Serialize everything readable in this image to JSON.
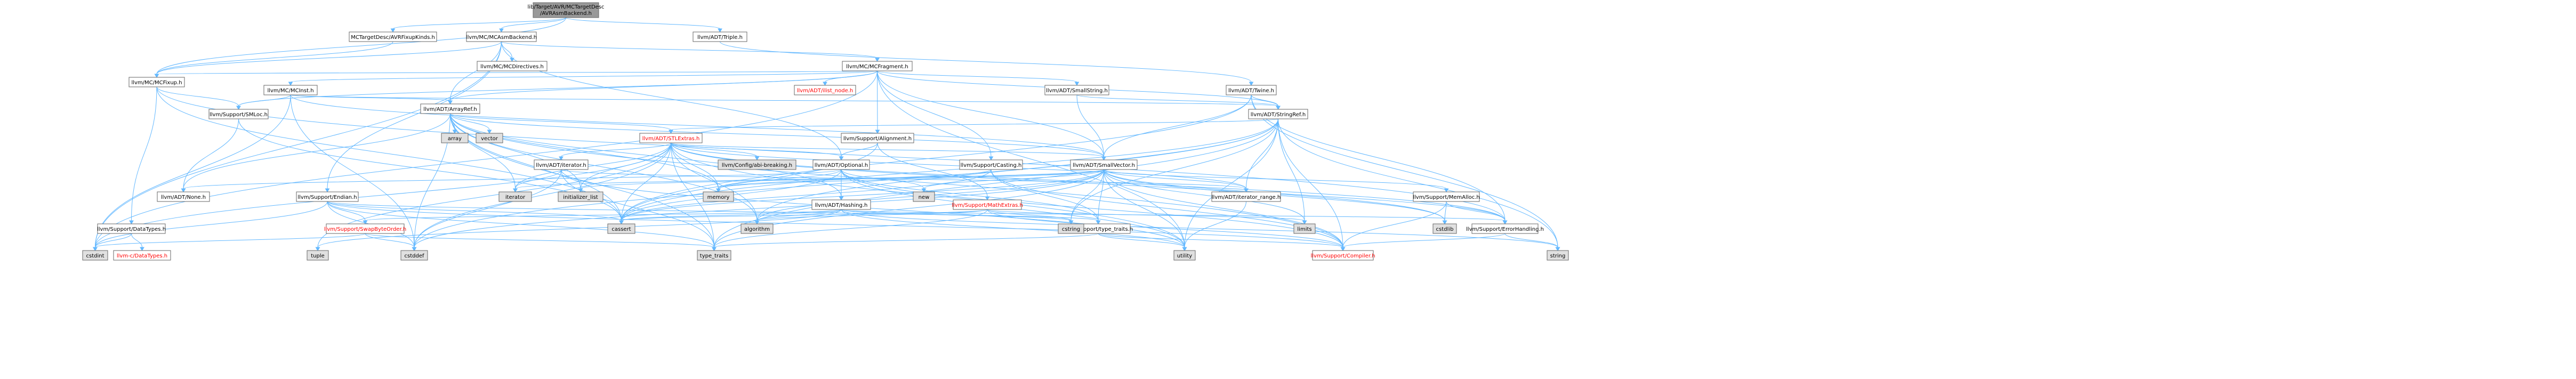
{
  "colors": {
    "root_fill": "#999999",
    "doc_fill": "#ffffff",
    "ext_fill": "#e0e0e0",
    "cycle_text": "#ff0000",
    "edge": "#63b8ff"
  },
  "nodes": {
    "root": {
      "label_1": "lib/Target/AVR/MCTargetDesc",
      "label_2": "/AVRAsmBackend.h"
    },
    "fixupkinds": {
      "label": "MCTargetDesc/AVRFixupKinds.h"
    },
    "asmbackend": {
      "label": "llvm/MC/MCAsmBackend.h"
    },
    "triple": {
      "label": "llvm/ADT/Triple.h"
    },
    "mcfragment": {
      "label": "llvm/MC/MCFragment.h"
    },
    "mcdirectives": {
      "label": "llvm/MC/MCDirectives.h"
    },
    "mcfixup": {
      "label": "llvm/MC/MCFixup.h"
    },
    "mcinst": {
      "label": "llvm/MC/MCInst.h"
    },
    "ilist_node": {
      "label": "llvm/ADT/ilist_node.h"
    },
    "smallstring": {
      "label": "llvm/ADT/SmallString.h"
    },
    "twine": {
      "label": "llvm/ADT/Twine.h"
    },
    "arrayref": {
      "label": "llvm/ADT/ArrayRef.h"
    },
    "smloc": {
      "label": "llvm/Support/SMLoc.h"
    },
    "stringref": {
      "label": "llvm/ADT/StringRef.h"
    },
    "stlextras": {
      "label": "llvm/ADT/STLExtras.h"
    },
    "alignment": {
      "label": "llvm/Support/Alignment.h"
    },
    "array": {
      "label": "array"
    },
    "vector": {
      "label": "vector"
    },
    "iterator": {
      "label": "llvm/ADT/iterator.h"
    },
    "configbreaking": {
      "label": "llvm/Config/abi-breaking.h"
    },
    "optional": {
      "label": "llvm/ADT/Optional.h"
    },
    "casting": {
      "label": "llvm/Support/Casting.h"
    },
    "smallvector": {
      "label": "llvm/ADT/SmallVector.h"
    },
    "endian": {
      "label": "llvm/Support/Endian.h"
    },
    "none": {
      "label": "llvm/ADT/None.h"
    },
    "datatypes": {
      "label": "llvm/Support/DataTypes.h"
    },
    "cdatatypes": {
      "label": "llvm-c/DataTypes.h"
    },
    "swapbyteorder": {
      "label": "llvm/Support/SwapByteOrder.h"
    },
    "std_iterator": {
      "label": "iterator"
    },
    "initializer_list": {
      "label": "initializer_list"
    },
    "memory": {
      "label": "memory"
    },
    "hashing": {
      "label": "llvm/ADT/Hashing.h"
    },
    "new": {
      "label": "new"
    },
    "mathextras": {
      "label": "llvm/Support/MathExtras.h"
    },
    "iterator_range": {
      "label": "llvm/ADT/iterator_range.h"
    },
    "memalloc": {
      "label": "llvm/Support/MemAlloc.h"
    },
    "typetraits": {
      "label": "llvm/Support/type_traits.h"
    },
    "errorhandling": {
      "label": "llvm/Support/ErrorHandling.h"
    },
    "compiler": {
      "label": "llvm/Support/Compiler.h"
    },
    "tuple": {
      "label": "tuple"
    },
    "cassert": {
      "label": "cassert"
    },
    "algorithm": {
      "label": "algorithm"
    },
    "cstring": {
      "label": "cstring"
    },
    "limits": {
      "label": "limits"
    },
    "cstdlib": {
      "label": "cstdlib"
    },
    "cstdint": {
      "label": "cstdint"
    },
    "cstddef": {
      "label": "cstddef"
    },
    "type_traits": {
      "label": "type_traits"
    },
    "utility": {
      "label": "utility"
    },
    "string": {
      "label": "string"
    }
  }
}
